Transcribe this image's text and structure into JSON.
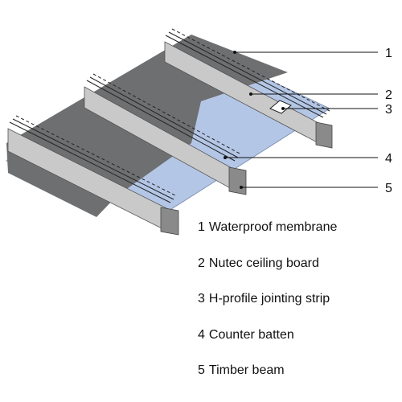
{
  "callouts": [
    {
      "num": "1",
      "name": "Waterproof membrane"
    },
    {
      "num": "2",
      "name": "Nutec ceiling board"
    },
    {
      "num": "3",
      "name": "H-profile jointing strip"
    },
    {
      "num": "4",
      "name": "Counter batten"
    },
    {
      "num": "5",
      "name": "Timber beam"
    }
  ],
  "colors": {
    "membrane": "#6e6f71",
    "ceiling_board": "#b4c6e6",
    "timber": "#c9c9c9",
    "timber_end": "#8a8a8a",
    "line": "#111111"
  }
}
